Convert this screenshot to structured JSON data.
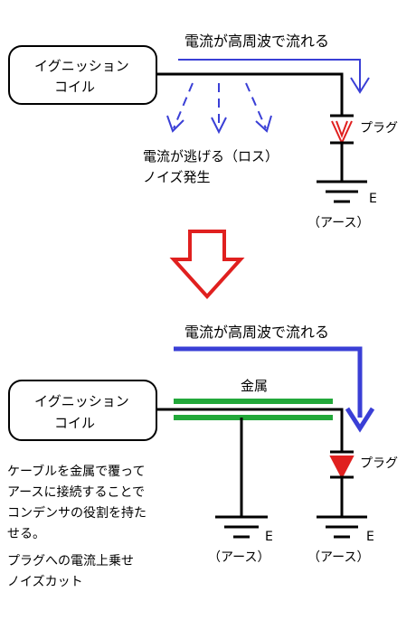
{
  "top": {
    "coil_line1": "イグニッション",
    "coil_line2": "コイル",
    "flow_label": "電流が高周波で流れる",
    "plug_label": "プラグ",
    "loss_line1": "電流が逃げる（ロス）",
    "loss_line2": "ノイズ発生",
    "ground_letter": "E",
    "ground_label": "（アース）"
  },
  "bottom": {
    "coil_line1": "イグニッション",
    "coil_line2": "コイル",
    "flow_label": "電流が高周波で流れる",
    "shield_label": "金属",
    "plug_label": "プラグ",
    "ground_letter_1": "E",
    "ground_label_1": "（アース）",
    "ground_letter_2": "E",
    "ground_label_2": "（アース）",
    "desc_line1": "ケーブルを金属で覆って",
    "desc_line2": "アースに接続することで",
    "desc_line3": "コンデンサの役割を持た",
    "desc_line4": "せる。",
    "note_line1": "プラグへの電流上乗せ",
    "note_line2": "ノイズカット"
  },
  "colors": {
    "wire": "#000000",
    "flow_arrow": "#3a3fd6",
    "leak_arrow": "#3a3fd6",
    "big_arrow": "#e0201f",
    "shield": "#22a83a",
    "spark": "#e0201f"
  }
}
